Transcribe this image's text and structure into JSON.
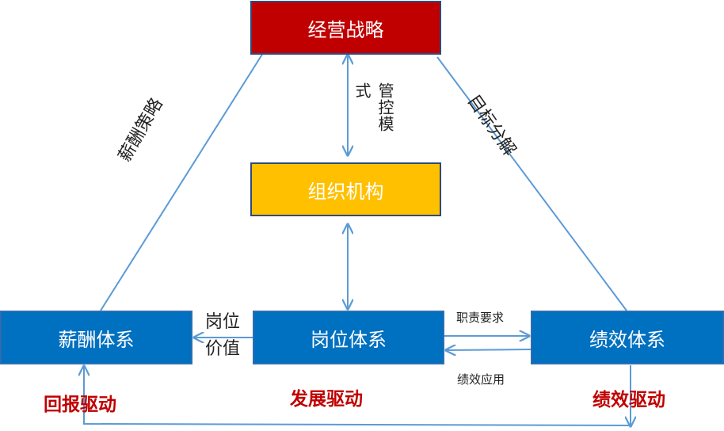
{
  "nodes": {
    "strategy": "经营战略",
    "organization": "组织机构",
    "compensation": "薪酬体系",
    "position": "岗位体系",
    "performance": "绩效体系"
  },
  "edges": {
    "management_mode": "管控模式",
    "compensation_strategy": "薪酬策略",
    "goal_decomposition": "目标分解",
    "position_value_line1": "岗位",
    "position_value_line2": "价值",
    "job_requirements": "职责要求",
    "performance_application": "绩效应用"
  },
  "drivers": {
    "reward": "回报驱动",
    "development": "发展驱动",
    "performance": "绩效驱动"
  },
  "colors": {
    "strategy_fill": "#c00000",
    "organization_fill": "#ffc000",
    "system_fill": "#0070c0",
    "line": "#5b9bd5",
    "driver_text": "#c00000"
  }
}
